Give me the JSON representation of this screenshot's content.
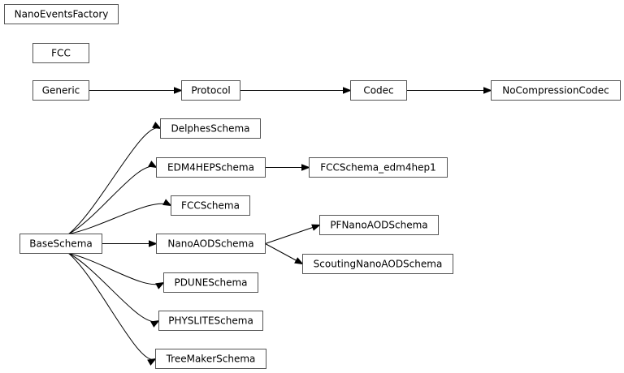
{
  "diagram": {
    "nodes": {
      "nano_events_factory": "NanoEventsFactory",
      "fcc": "FCC",
      "generic": "Generic",
      "protocol": "Protocol",
      "codec": "Codec",
      "no_compression_codec": "NoCompressionCodec",
      "delphes_schema": "DelphesSchema",
      "edm4hep_schema": "EDM4HEPSchema",
      "fcc_schema_edm4hep1": "FCCSchema_edm4hep1",
      "fcc_schema": "FCCSchema",
      "base_schema": "BaseSchema",
      "nanoaod_schema": "NanoAODSchema",
      "pfnanoaod_schema": "PFNanoAODSchema",
      "scouting_nanoaod_schema": "ScoutingNanoAODSchema",
      "pdune_schema": "PDUNESchema",
      "physlite_schema": "PHYSLITESchema",
      "treemaker_schema": "TreeMakerSchema"
    },
    "edges": [
      {
        "from": "generic",
        "to": "protocol"
      },
      {
        "from": "protocol",
        "to": "codec"
      },
      {
        "from": "codec",
        "to": "no_compression_codec"
      },
      {
        "from": "base_schema",
        "to": "delphes_schema"
      },
      {
        "from": "base_schema",
        "to": "edm4hep_schema"
      },
      {
        "from": "base_schema",
        "to": "fcc_schema"
      },
      {
        "from": "base_schema",
        "to": "nanoaod_schema"
      },
      {
        "from": "base_schema",
        "to": "pdune_schema"
      },
      {
        "from": "base_schema",
        "to": "physlite_schema"
      },
      {
        "from": "base_schema",
        "to": "treemaker_schema"
      },
      {
        "from": "edm4hep_schema",
        "to": "fcc_schema_edm4hep1"
      },
      {
        "from": "nanoaod_schema",
        "to": "pfnanoaod_schema"
      },
      {
        "from": "nanoaod_schema",
        "to": "scouting_nanoaod_schema"
      }
    ]
  }
}
